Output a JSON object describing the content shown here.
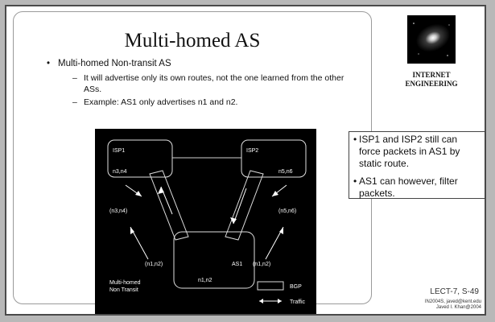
{
  "slide": {
    "title": "Multi-homed AS",
    "bullet1": "Multi-homed Non-transit AS",
    "bullet_marker": "•",
    "dash": "–",
    "sub1": "It will advertise only its own routes, not the one learned from the other ASs.",
    "sub2": "Example: AS1 only advertises n1 and n2."
  },
  "logo": {
    "icon": "galaxy-icon",
    "line1": "INTERNET",
    "line2": "ENGINEERING"
  },
  "callout": {
    "item1": "ISP1 and ISP2 still can force packets in AS1 by static route.",
    "item2": "AS1 can however, filter packets."
  },
  "diagram": {
    "isp1": "ISP1",
    "isp2": "ISP2",
    "isp1_nets": "n3,n4",
    "isp2_nets": "n5,n6",
    "left_nets": "(n3,n4)",
    "right_nets": "(n5,n6)",
    "left_lower": "(n1,n2)",
    "right_lower": "(n1,n2)",
    "as1": "AS1",
    "as1_nets": "n1,n2",
    "note_line1": "Multi-homed",
    "note_line2": "Non Transit",
    "legend_bgp": "BGP",
    "legend_traffic": "Traffic"
  },
  "footer": {
    "slide_id": "LECT-7, S-49",
    "course": "IN2004S, javed@kent.edu",
    "author": "Javed I. Khan@2004"
  }
}
